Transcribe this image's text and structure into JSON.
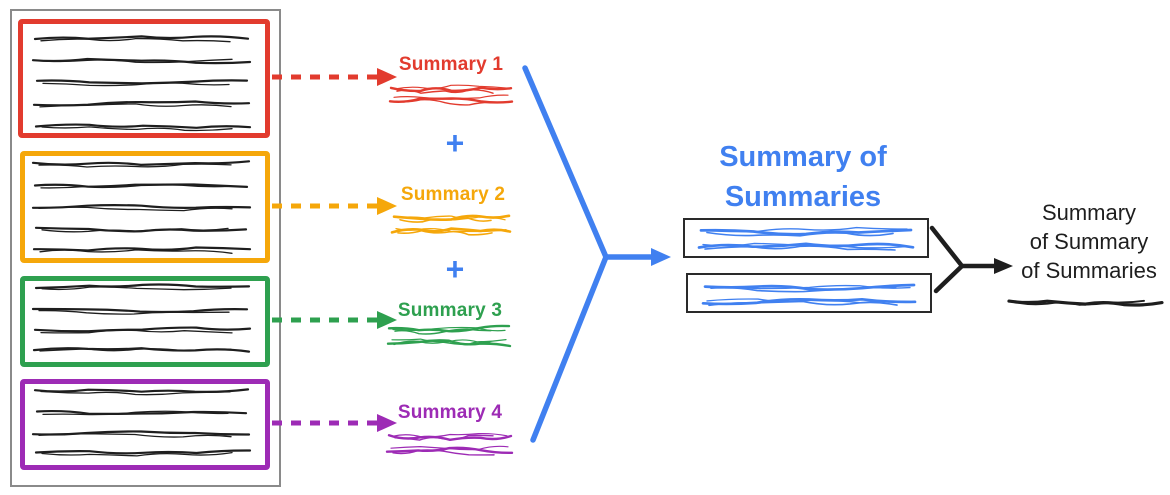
{
  "colors": {
    "red": "#E23B2E",
    "orange": "#F5A70A",
    "green": "#2EA04F",
    "purple": "#9D2BB5",
    "blue": "#4080F0",
    "ink": "#1E1E1E",
    "frame": "#8A8A8A",
    "boxline": "#2A2A2A"
  },
  "documents": [
    {
      "label": "Summary 1"
    },
    {
      "label": "Summary 2"
    },
    {
      "label": "Summary 3"
    },
    {
      "label": "Summary 4"
    }
  ],
  "operator": "+",
  "intermediate_title": {
    "line1": "Summary of",
    "line2": "Summaries"
  },
  "final_title": {
    "line1": "Summary",
    "line2": "of Summary",
    "line3": "of Summaries"
  }
}
